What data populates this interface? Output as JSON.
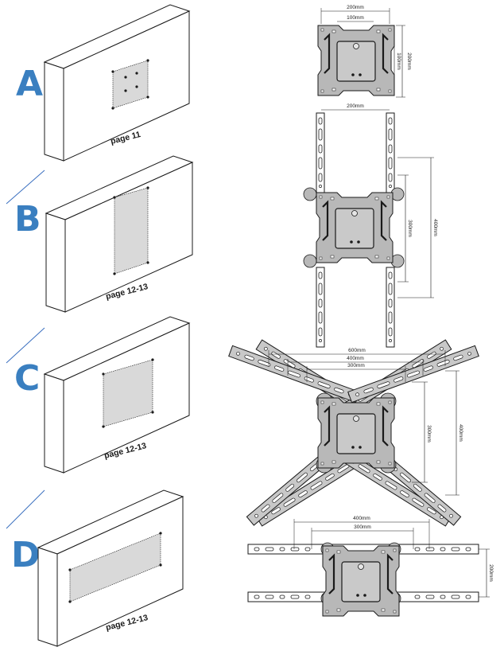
{
  "colors": {
    "letter": "#3a7fc0",
    "accent_line": "#3a6fc0",
    "pattern_fill": "#d9d9d9",
    "plate_fill": "#b8b8b8",
    "arm_fill": "#c8c8c8",
    "outline": "#1a1a1a"
  },
  "sections": [
    {
      "letter": "A",
      "page": "page 11",
      "dims": {
        "w_outer": "200mm",
        "w_inner": "100mm",
        "h_outer": "200mm",
        "h_inner": "100mm"
      }
    },
    {
      "letter": "B",
      "page": "page 12-13",
      "dims": {
        "w": "200mm",
        "h_inner": "300mm",
        "h_outer": "400mm"
      }
    },
    {
      "letter": "C",
      "page": "page 12-13",
      "dims": {
        "w_outer": "600mm",
        "w_mid": "400mm",
        "w_inner": "300mm",
        "h_inner": "300mm",
        "h_outer": "400mm"
      }
    },
    {
      "letter": "D",
      "page": "page 12-13",
      "dims": {
        "w_outer": "400mm",
        "w_inner": "300mm",
        "h": "200mm"
      }
    }
  ]
}
